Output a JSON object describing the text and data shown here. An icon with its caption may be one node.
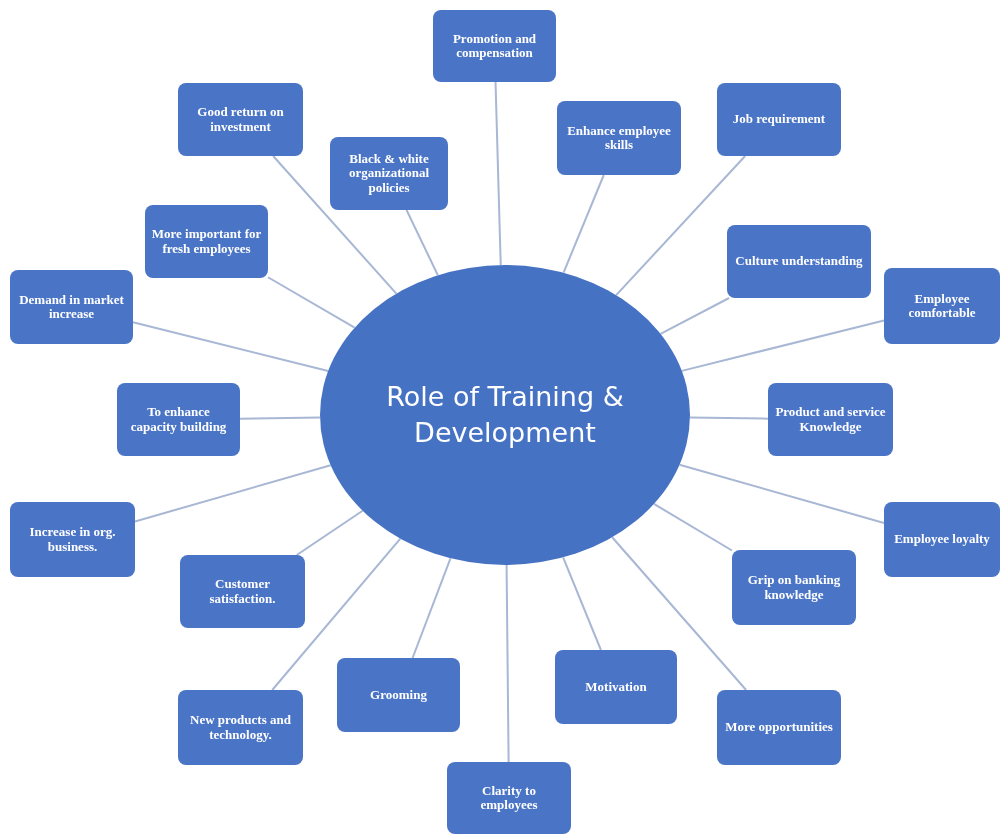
{
  "diagram": {
    "nodes": [
      {
        "text": [
          "Role of Training & Development"
        ]
      },
      {
        "text": [
          "Promotion and compensation"
        ]
      },
      {
        "text": [
          "Good return on investment"
        ]
      },
      {
        "text": [
          "Black & white organizational policies"
        ]
      },
      {
        "text": [
          "Enhance employee skills"
        ]
      },
      {
        "text": [
          "Job requirement"
        ]
      },
      {
        "text": [
          "More important for fresh employees"
        ]
      },
      {
        "text": [
          "Culture understanding"
        ]
      },
      {
        "text": [
          "Demand in market increase"
        ]
      },
      {
        "text": [
          "Employee comfortable"
        ]
      },
      {
        "text": [
          "To enhance capacity building"
        ]
      },
      {
        "text": [
          "Product and service Knowledge"
        ]
      },
      {
        "text": [
          "Increase in org. business."
        ]
      },
      {
        "text": [
          "Employee loyalty"
        ]
      },
      {
        "text": [
          "Customer satisfaction."
        ]
      },
      {
        "text": [
          "Grip on banking knowledge"
        ]
      },
      {
        "text": [
          "New products and technology."
        ]
      },
      {
        "text": [
          "Grooming"
        ]
      },
      {
        "text": [
          "Motivation"
        ]
      },
      {
        "text": [
          "More opportunities"
        ]
      },
      {
        "text": [
          "Clarity to employees"
        ]
      }
    ],
    "edges": [
      {
        "from": 0,
        "to": 1,
        "arrow": "none"
      },
      {
        "from": 0,
        "to": 2,
        "arrow": "none"
      },
      {
        "from": 0,
        "to": 3,
        "arrow": "none"
      },
      {
        "from": 0,
        "to": 4,
        "arrow": "none"
      },
      {
        "from": 0,
        "to": 5,
        "arrow": "none"
      },
      {
        "from": 0,
        "to": 6,
        "arrow": "none"
      },
      {
        "from": 0,
        "to": 7,
        "arrow": "none"
      },
      {
        "from": 0,
        "to": 8,
        "arrow": "none"
      },
      {
        "from": 0,
        "to": 9,
        "arrow": "none"
      },
      {
        "from": 0,
        "to": 10,
        "arrow": "none"
      },
      {
        "from": 0,
        "to": 11,
        "arrow": "none"
      },
      {
        "from": 0,
        "to": 12,
        "arrow": "none"
      },
      {
        "from": 0,
        "to": 13,
        "arrow": "none"
      },
      {
        "from": 0,
        "to": 14,
        "arrow": "none"
      },
      {
        "from": 0,
        "to": 15,
        "arrow": "none"
      },
      {
        "from": 0,
        "to": 16,
        "arrow": "none"
      },
      {
        "from": 0,
        "to": 17,
        "arrow": "none"
      },
      {
        "from": 0,
        "to": 18,
        "arrow": "none"
      },
      {
        "from": 0,
        "to": 19,
        "arrow": "none"
      },
      {
        "from": 0,
        "to": 20,
        "arrow": "none"
      }
    ]
  }
}
